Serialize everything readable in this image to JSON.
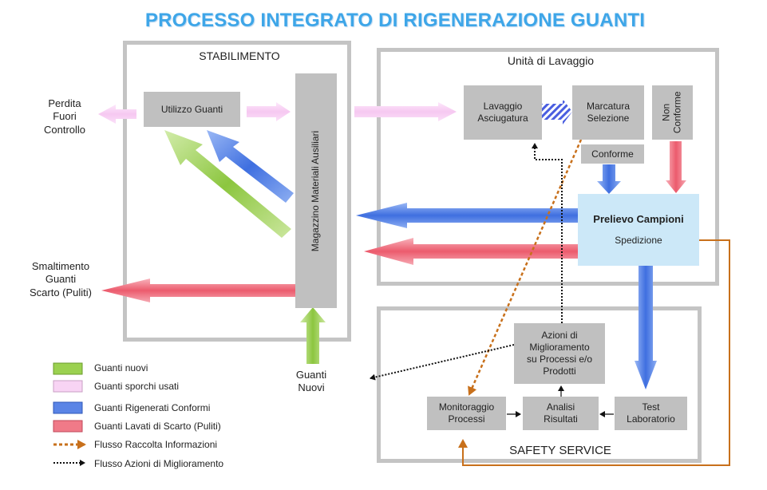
{
  "title": "PROCESSO INTEGRATO DI RIGENERAZIONE GUANTI",
  "colors": {
    "green": "#8cc63f",
    "pink": "#f5c6f0",
    "blue": "#4a78e0",
    "red": "#ef6b7a",
    "orange": "#c8701b",
    "gray_box": "#c0c0c0",
    "frame": "#c4c4c4",
    "light_blue": "#cce8f8",
    "title": "#3ea6e8"
  },
  "stabilimento": {
    "label": "STABILIMENTO",
    "utilizzo": "Utilizzo Guanti",
    "magazzino": "Magazzino Materiali Ausiliari"
  },
  "lavaggio": {
    "label": "Unità di Lavaggio",
    "lavaggio_line1": "Lavaggio",
    "lavaggio_line2": "Asciugatura",
    "marcatura_line1": "Marcatura",
    "marcatura_line2": "Selezione",
    "non_conforme": "Non Conforme",
    "conforme": "Conforme",
    "prelievo": "Prelievo Campioni",
    "spedizione": "Spedizione"
  },
  "safety": {
    "label": "SAFETY SERVICE",
    "azioni_lines": [
      "Azioni di",
      "Miglioramento",
      "su Processi e/o",
      "Prodotti"
    ],
    "monitoraggio_lines": [
      "Monitoraggio",
      "Processi"
    ],
    "analisi_lines": [
      "Analisi",
      "Risultati"
    ],
    "test_lines": [
      "Test",
      "Laboratorio"
    ]
  },
  "external": {
    "perdita_lines": [
      "Perdita",
      "Fuori",
      "Controllo"
    ],
    "smaltimento_lines": [
      "Smaltimento",
      "Guanti",
      "Scarto (Puliti)"
    ],
    "guanti_nuovi_lines": [
      "Guanti",
      "Nuovi"
    ]
  },
  "legend": [
    {
      "label": "Guanti nuovi",
      "kind": "swatch",
      "color": "#9bd150"
    },
    {
      "label": "Guanti sporchi usati",
      "kind": "swatch",
      "color": "#f8d4f4"
    },
    {
      "label": "Guanti Rigenerati Conformi",
      "kind": "swatch",
      "color": "#5a84e6"
    },
    {
      "label": "Guanti Lavati di Scarto (Puliti)",
      "kind": "swatch",
      "color": "#f07a88"
    },
    {
      "label": "Flusso Raccolta Informazioni",
      "kind": "dash-orange"
    },
    {
      "label": "Flusso Azioni di Miglioramento",
      "kind": "dash-black"
    }
  ]
}
